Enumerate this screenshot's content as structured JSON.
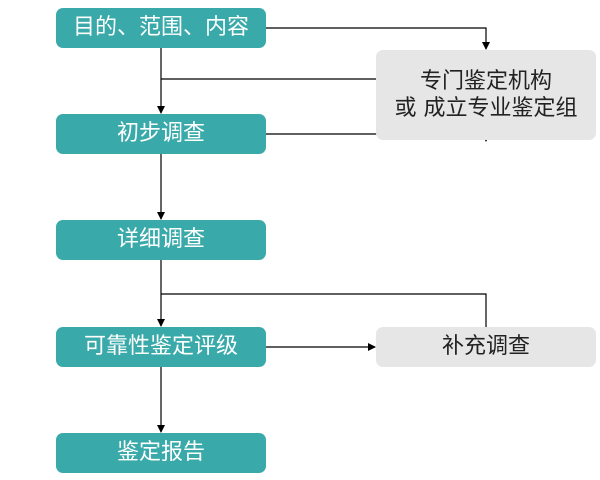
{
  "flowchart": {
    "steps": [
      {
        "label": "目的、范围、内容"
      },
      {
        "label": "初步调查"
      },
      {
        "label": "详细调查"
      },
      {
        "label": "可靠性鉴定评级"
      },
      {
        "label": "鉴定报告"
      }
    ],
    "side": {
      "agency": {
        "line1": "专门鉴定机构",
        "line2": "或 成立专业鉴定组"
      },
      "supplement": {
        "label": "补充调查"
      }
    }
  },
  "colors": {
    "main_box": "#39a9aa",
    "side_box": "#e6e6e6",
    "connector": "#000000"
  }
}
